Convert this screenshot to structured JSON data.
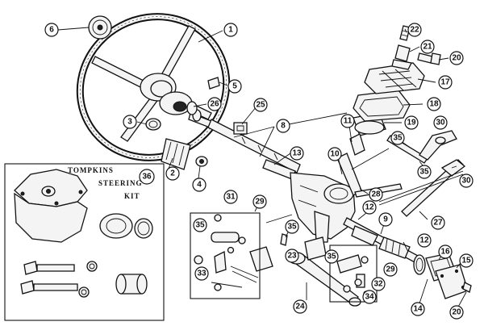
{
  "kit": {
    "line1": "TOMPKINS",
    "line2": "STEERING",
    "line3": "KIT",
    "number": "36"
  },
  "callouts": [
    "1",
    "2",
    "3",
    "4",
    "5",
    "6",
    "8",
    "9",
    "10",
    "11",
    "12",
    "12",
    "13",
    "14",
    "15",
    "16",
    "17",
    "18",
    "19",
    "20",
    "20",
    "21",
    "22",
    "23",
    "24",
    "25",
    "26",
    "27",
    "28",
    "29",
    "29",
    "30",
    "30",
    "31",
    "32",
    "33",
    "34",
    "35",
    "35",
    "35",
    "35"
  ]
}
